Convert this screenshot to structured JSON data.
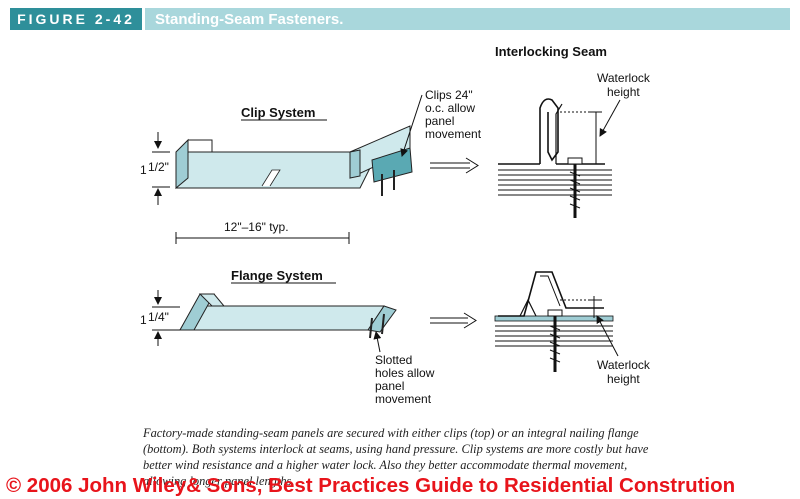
{
  "header": {
    "figure_label": "FIGURE 2-42",
    "title": "Standing-Seam Fasteners."
  },
  "labels": {
    "clip_system": "Clip System",
    "flange_system": "Flange System",
    "interlocking_seam": "Interlocking Seam",
    "clips_note_1": "Clips 24\"",
    "clips_note_2": "o.c. allow",
    "clips_note_3": "panel",
    "clips_note_4": "movement",
    "waterlock_1": "Waterlock",
    "waterlock_2": "height",
    "slotted_1": "Slotted",
    "slotted_2": "holes allow",
    "slotted_3": "panel",
    "slotted_4": "movement",
    "width_dim": "12\"–16\" typ.",
    "clip_height_main": "1",
    "clip_height_frac": "1/2\"",
    "flange_height_main": "1",
    "flange_height_frac": "1/4\""
  },
  "caption": "Factory-made standing-seam panels are secured with either clips (top) or an integral nailing flange (bottom). Both systems interlock at seams, using hand pressure. Clip systems are more costly but have better wind resistance and a higher water lock. Also they better accommodate thermal movement, allowing longer panel lengths.",
  "watermark": "© 2006 John Wiley& Sons, Best Practices Guide to Residential Constrution",
  "colors": {
    "header_dark": "#2e8f9a",
    "header_light": "#a9d7dc",
    "panel_fill": "#cfe9ec",
    "watermark": "#e8141b"
  }
}
